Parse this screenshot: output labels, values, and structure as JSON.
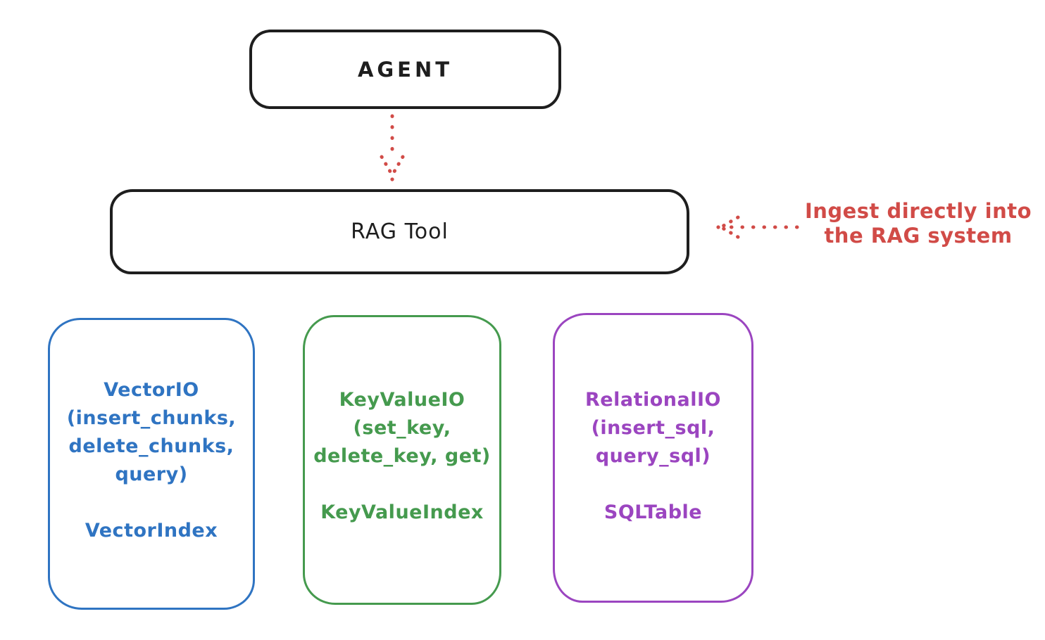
{
  "agent": {
    "label": "AGENT"
  },
  "rag_tool": {
    "label": "RAG Tool"
  },
  "annotation": {
    "text": "Ingest directly into\nthe RAG system"
  },
  "arrows": {
    "agent_to_rag": {
      "style": "dotted",
      "color": "#d14b47",
      "direction": "down",
      "from": "AGENT",
      "to": "RAG Tool"
    },
    "ingest": {
      "style": "dotted",
      "color": "#d14b47",
      "direction": "left",
      "from": "annotation",
      "to": "RAG Tool"
    }
  },
  "storage": [
    {
      "io_label": "VectorIO",
      "methods": "(insert_chunks,\ndelete_chunks,\nquery)",
      "index_label": "VectorIndex",
      "color": "#2f74c2"
    },
    {
      "io_label": "KeyValueIO",
      "methods": "(set_key,\ndelete_key, get)",
      "index_label": "KeyValueIndex",
      "color": "#459a4e"
    },
    {
      "io_label": "RelationalIO",
      "methods": "(insert_sql,\nquery_sql)",
      "index_label": "SQLTable",
      "color": "#9b45c0"
    }
  ],
  "colors": {
    "ink": "#1e1e1e",
    "accent_red": "#d14b47",
    "vector_blue": "#2f74c2",
    "keyvalue_green": "#459a4e",
    "relational_purple": "#9b45c0",
    "background": "#ffffff"
  }
}
